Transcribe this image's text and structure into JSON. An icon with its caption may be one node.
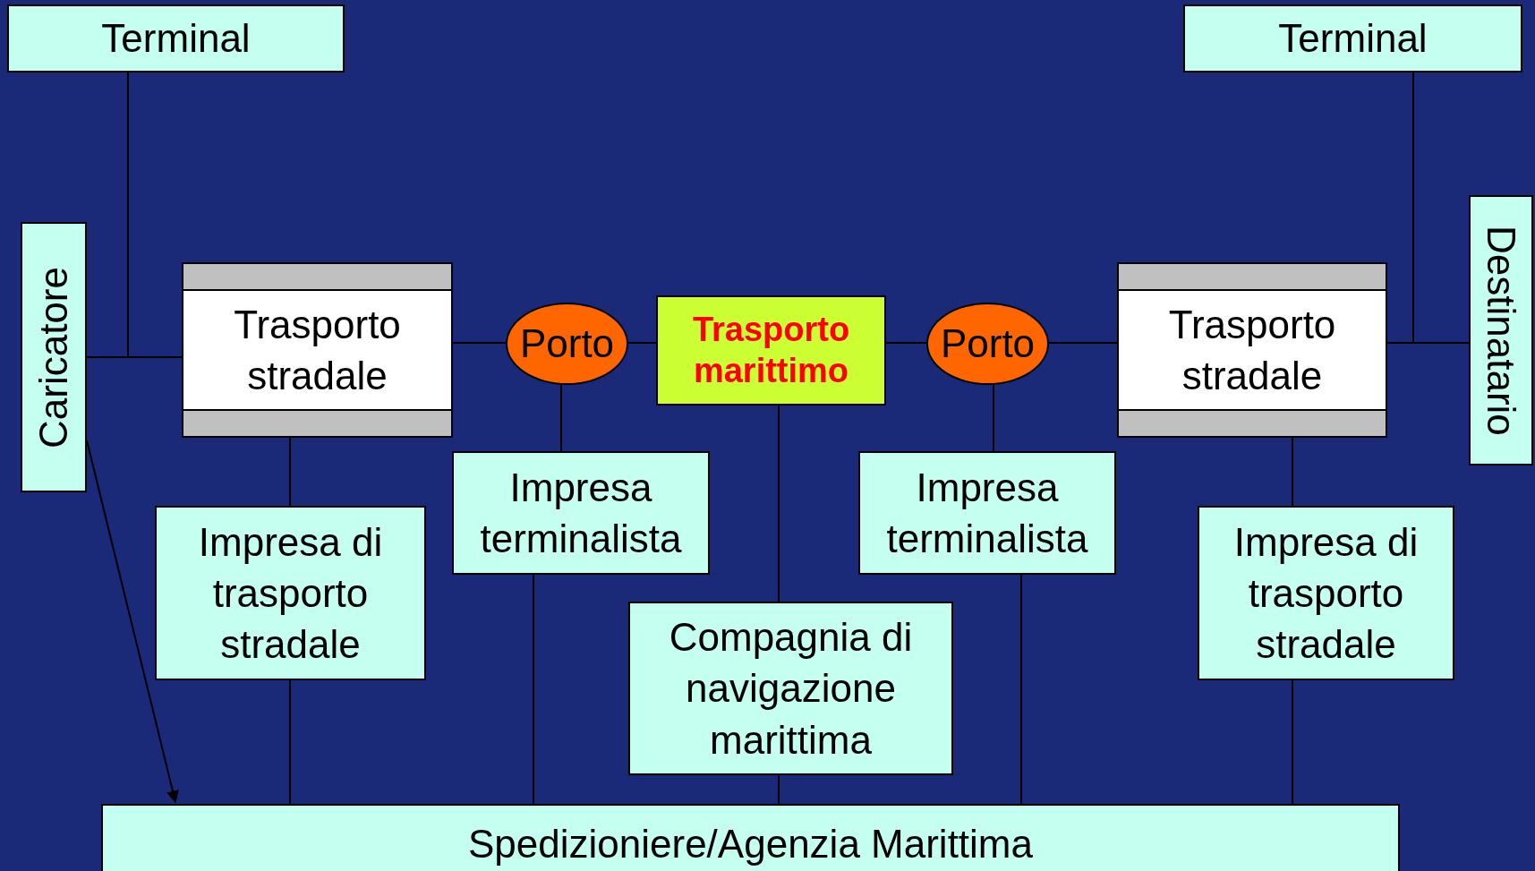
{
  "diagram": {
    "nodes": [
      {
        "text": [
          "Terminal"
        ]
      },
      {
        "text": [
          "Terminal"
        ]
      },
      {
        "text": [
          "Caricatore"
        ]
      },
      {
        "text": [
          "Trasporto stradale"
        ]
      },
      {
        "text": [
          "Porto"
        ]
      },
      {
        "text": [
          "Trasporto marittimo"
        ]
      },
      {
        "text": [
          "Porto"
        ]
      },
      {
        "text": [
          "Trasporto stradale"
        ]
      },
      {
        "text": [
          "Destinatario"
        ]
      },
      {
        "text": [
          "Impresa di trasporto stradale"
        ]
      },
      {
        "text": [
          "Impresa terminalista"
        ]
      },
      {
        "text": [
          "Impresa terminalista"
        ]
      },
      {
        "text": [
          "Impresa di trasporto stradale"
        ]
      },
      {
        "text": [
          "Compagnia di navigazione marittima"
        ]
      },
      {
        "text": [
          "Spedizioniere/Agenzia Marittima"
        ]
      }
    ],
    "edges": [
      {
        "from": 2,
        "to": 3,
        "arrow": "none"
      },
      {
        "from": 0,
        "to": 2,
        "arrow": "none"
      },
      {
        "from": 0,
        "to": 3,
        "arrow": "none"
      },
      {
        "from": 3,
        "to": 4,
        "arrow": "none"
      },
      {
        "from": 4,
        "to": 5,
        "arrow": "none"
      },
      {
        "from": 5,
        "to": 6,
        "arrow": "none"
      },
      {
        "from": 6,
        "to": 7,
        "arrow": "none"
      },
      {
        "from": 7,
        "to": 8,
        "arrow": "none"
      },
      {
        "from": 1,
        "to": 7,
        "arrow": "none"
      },
      {
        "from": 1,
        "to": 8,
        "arrow": "none"
      },
      {
        "from": 3,
        "to": 9,
        "arrow": "none"
      },
      {
        "from": 4,
        "to": 10,
        "arrow": "none"
      },
      {
        "from": 5,
        "to": 13,
        "arrow": "none"
      },
      {
        "from": 6,
        "to": 11,
        "arrow": "none"
      },
      {
        "from": 7,
        "to": 12,
        "arrow": "none"
      },
      {
        "from": 9,
        "to": 14,
        "arrow": "none"
      },
      {
        "from": 10,
        "to": 14,
        "arrow": "none"
      },
      {
        "from": 13,
        "to": 14,
        "arrow": "none"
      },
      {
        "from": 11,
        "to": 14,
        "arrow": "none"
      },
      {
        "from": 12,
        "to": 14,
        "arrow": "none"
      },
      {
        "from": 2,
        "to": 14,
        "arrow": "to"
      }
    ]
  }
}
